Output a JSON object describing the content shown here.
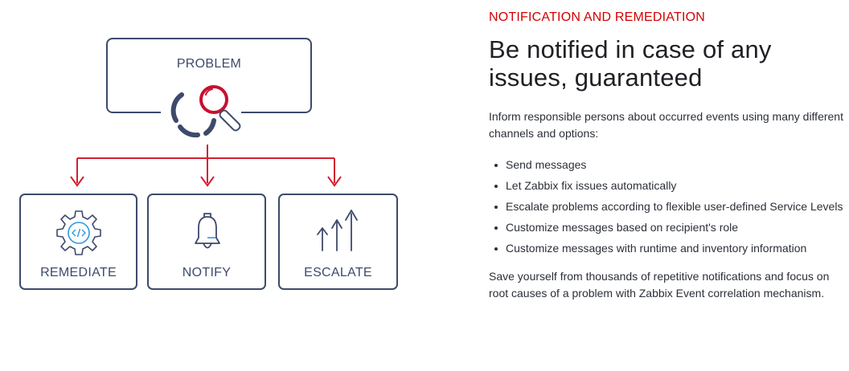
{
  "diagram": {
    "problem_label": "PROBLEM",
    "remediate_label": "REMEDIATE",
    "notify_label": "NOTIFY",
    "escalate_label": "ESCALATE",
    "colors": {
      "box_stroke": "#3d4a6b",
      "arrow": "#d32030",
      "magnifier_ring": "#c8102e",
      "code_accent": "#2b9be0"
    }
  },
  "content": {
    "eyebrow": "NOTIFICATION AND REMEDIATION",
    "headline_line1": "Be notified in case of any",
    "headline_line2": "issues, guaranteed",
    "intro": "Inform responsible persons about occurred events using many different channels and options:",
    "features": [
      "Send messages",
      "Let Zabbix fix issues automatically",
      "Escalate problems according to flexible user-defined Service Levels",
      "Customize messages based on recipient's role",
      "Customize messages with runtime and inventory information"
    ],
    "outro": "Save yourself from thousands of repetitive notifications and focus on root causes of a problem with Zabbix Event correlation mechanism."
  }
}
